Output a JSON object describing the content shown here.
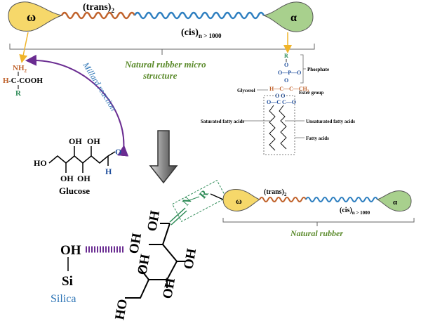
{
  "top_chain": {
    "omega_label": "ω",
    "alpha_label": "α",
    "trans_label": "(trans)",
    "trans_sub": "2",
    "cis_label": "(cis)",
    "cis_sub": "n > 1000",
    "caption_line1": "Natural rubber micro",
    "caption_line2": "structure"
  },
  "amino_acid": {
    "nh2": "NH",
    "nh2_sub": "2",
    "line2_left": "H-",
    "line2_c": "C",
    "line2_right": "-COOH",
    "r": "R",
    "line2_h": "H"
  },
  "maillard_label": "Millard reaction",
  "glucose": {
    "oh1": "OH",
    "oh2": "OH",
    "oh3": "OH",
    "oh4": "OH",
    "ho": "HO",
    "o": "O",
    "h": "H",
    "name": "Glucose"
  },
  "phospholipid": {
    "r": "R",
    "o_top": "O",
    "p_row": "O—P—O",
    "o_mid": "O",
    "phosphate": "Phosphate",
    "glycerol_row": "H—C—C—CH",
    "glycerol_sub": "2",
    "glycerol": "Glycerol",
    "o_row": "O  O",
    "ester_row": "O—C  C—O",
    "ester_group": "Ester group",
    "saturated": "Saturated fatty acids",
    "unsaturated": "Unsaturated fatty acids",
    "fatty": "Fatty acids"
  },
  "bottom_chain": {
    "omega_label": "ω",
    "alpha_label": "α",
    "trans_label": "(trans)",
    "trans_sub": "2",
    "cis_label": "(cis)",
    "cis_sub": "n > 1000",
    "caption": "Natural rubber",
    "n_label": "N",
    "r_label": "R"
  },
  "silica": {
    "oh": "OH",
    "si": "Si",
    "name": "Silica"
  },
  "bottom_sugar": {
    "oh_a": "OH",
    "oh_b": "OH",
    "oh_c": "OH",
    "oh_d": "OH",
    "oh_e": "OH",
    "ho": "HO"
  },
  "colors": {
    "omega_fill": "#f6d86a",
    "alpha_fill": "#a8d08d",
    "trans_chain": "#c0622b",
    "cis_chain": "#2e7fc0",
    "maillard_arrow": "#6a2c91",
    "maillard_text": "#2e75b6",
    "caption_green": "#5a8a2a",
    "link_green": "#2e8b57",
    "arrow_yellow": "#f0b429"
  }
}
